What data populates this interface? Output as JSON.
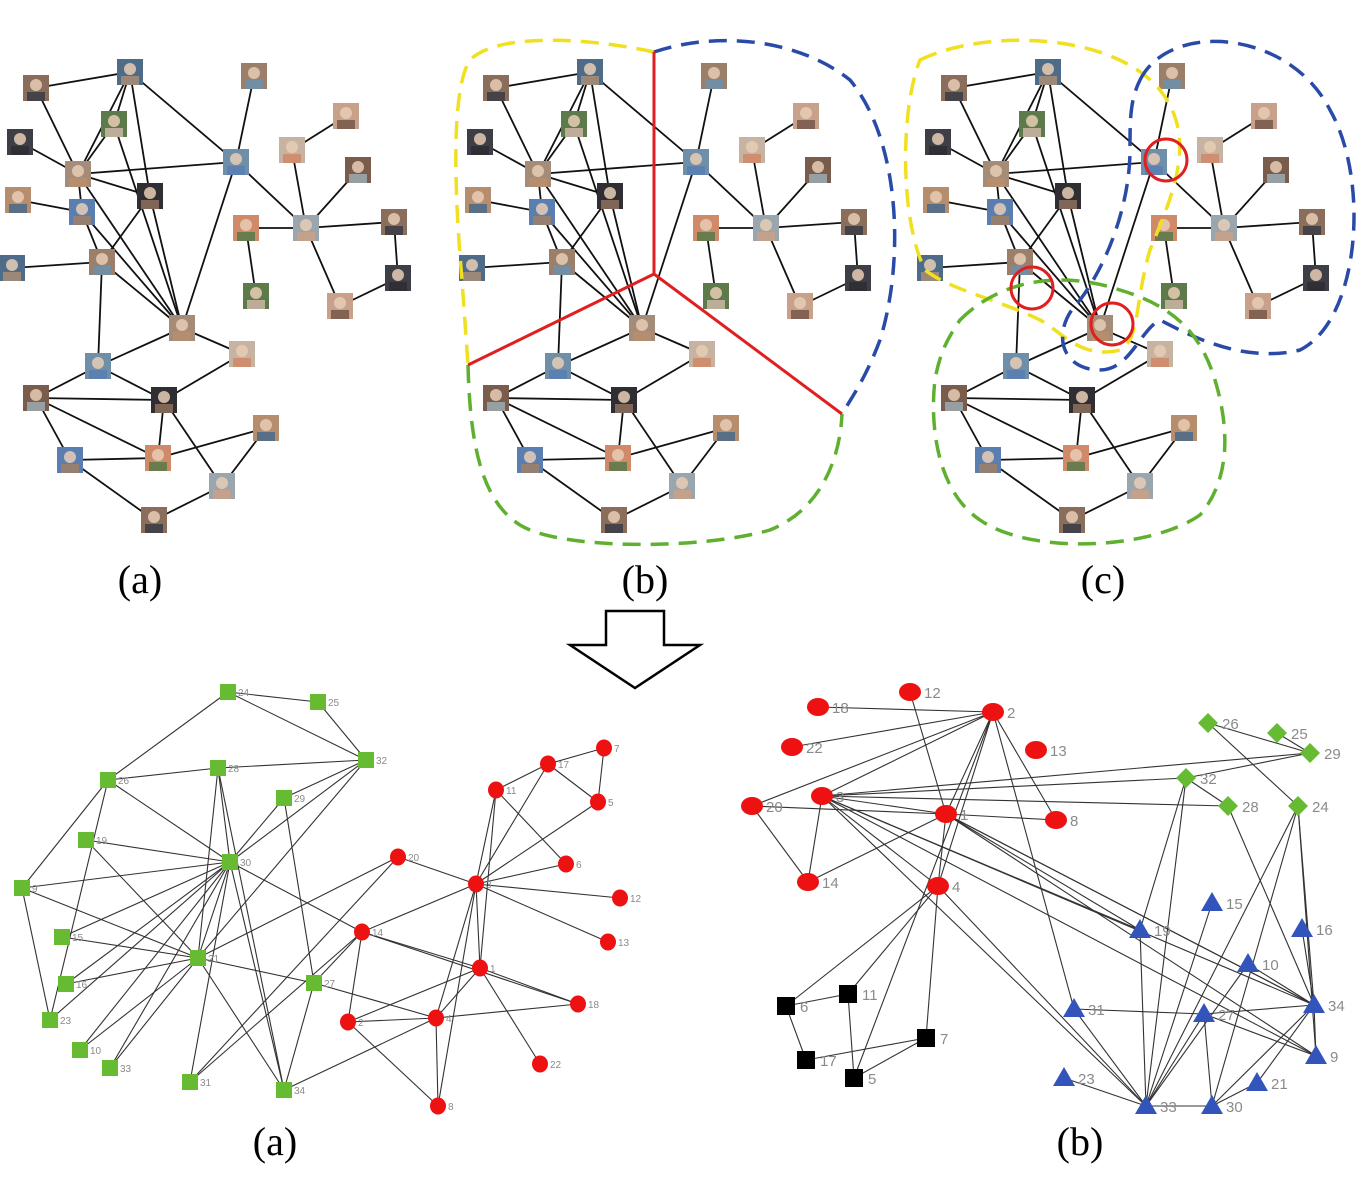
{
  "captions": {
    "top_a": "(a)",
    "top_b": "(b)",
    "top_c": "(c)",
    "bottom_a": "(a)",
    "bottom_b": "(b)"
  },
  "arrow_icon": "down-arrow-icon",
  "colors": {
    "edge": "#111111",
    "cut_line": "#e02020",
    "yellow_region": "#f0e020",
    "blue_region": "#2a4aa8",
    "green_region": "#60b030",
    "overlap_circle": "#e02020",
    "green_node": "#66bb33",
    "red_node": "#ee1111",
    "black_node": "#000000",
    "blue_node": "#3355bb",
    "label_gray": "#8a8a8a"
  },
  "graph_a_labels": [
    "24",
    "25",
    "28",
    "32",
    "26",
    "29",
    "19",
    "30",
    "9",
    "15",
    "21",
    "16",
    "23",
    "27",
    "10",
    "33",
    "31",
    "34",
    "20",
    "14",
    "3",
    "1",
    "4",
    "2",
    "11",
    "17",
    "7",
    "5",
    "6",
    "12",
    "13",
    "18",
    "22",
    "8"
  ],
  "graph_b_labels": [
    "18",
    "12",
    "2",
    "22",
    "13",
    "20",
    "3",
    "1",
    "8",
    "14",
    "4",
    "26",
    "25",
    "29",
    "32",
    "28",
    "24",
    "15",
    "19",
    "16",
    "10",
    "34",
    "31",
    "27",
    "9",
    "23",
    "33",
    "30",
    "21",
    "6",
    "11",
    "7",
    "17",
    "5"
  ]
}
